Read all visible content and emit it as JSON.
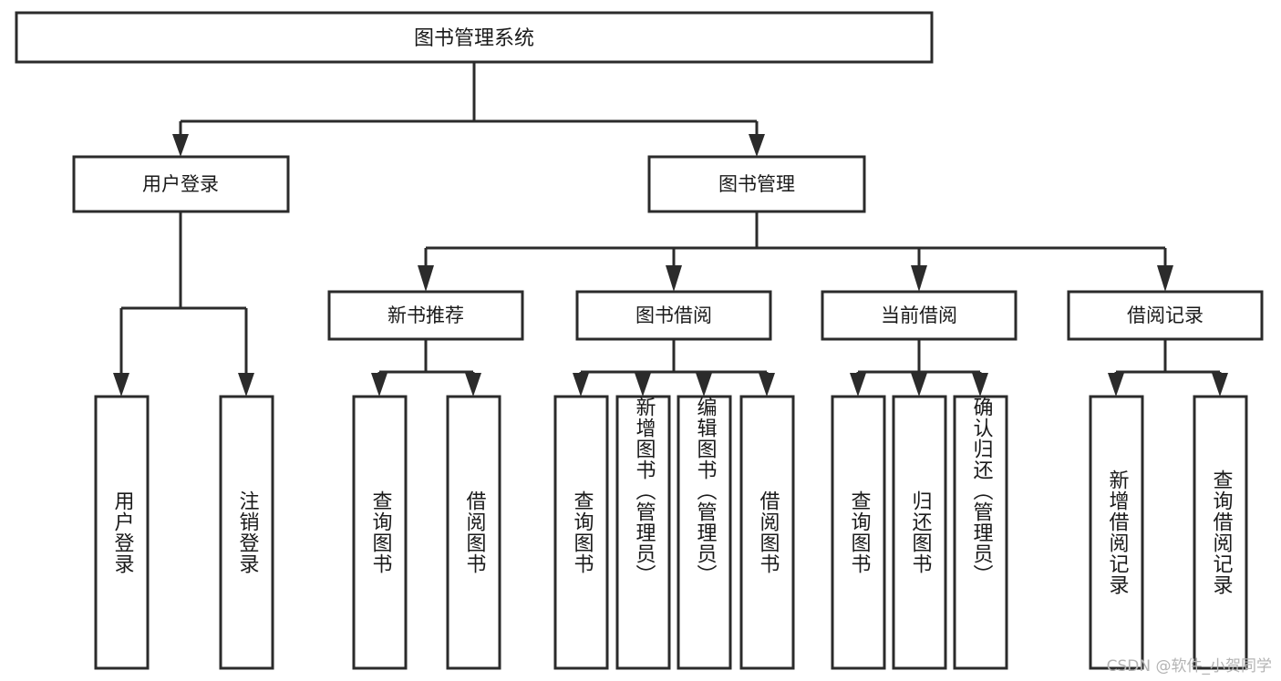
{
  "diagram": {
    "title": "图书管理系统",
    "type": "tree-hierarchy-diagram",
    "colors": {
      "background": "#ffffff",
      "box_fill": "#ffffff",
      "box_stroke": "#2b2b2b",
      "connector": "#2b2b2b",
      "text": "#1a1a1a",
      "watermark": "#b4b4b4"
    },
    "root": {
      "label": "图书管理系统"
    },
    "level2": [
      {
        "label": "用户登录"
      },
      {
        "label": "图书管理"
      }
    ],
    "level3": [
      {
        "label": "新书推荐"
      },
      {
        "label": "图书借阅"
      },
      {
        "label": "当前借阅"
      },
      {
        "label": "借阅记录"
      }
    ],
    "leaves": {
      "user_login": [
        {
          "label": "用户登录"
        },
        {
          "label": "注销登录"
        }
      ],
      "new_book_recommend": [
        {
          "label": "查询图书"
        },
        {
          "label": "借阅图书"
        }
      ],
      "book_borrow": [
        {
          "label": "查询图书"
        },
        {
          "label": "新增图书（管理员）"
        },
        {
          "label": "编辑图书（管理员）"
        },
        {
          "label": "借阅图书"
        }
      ],
      "current_borrow": [
        {
          "label": "查询图书"
        },
        {
          "label": "归还图书"
        },
        {
          "label": "确认归还（管理员）"
        }
      ],
      "borrow_record": [
        {
          "label": "新增借阅记录"
        },
        {
          "label": "查询借阅记录"
        }
      ]
    }
  },
  "watermark": {
    "text": "CSDN @软件_小贺同学"
  }
}
